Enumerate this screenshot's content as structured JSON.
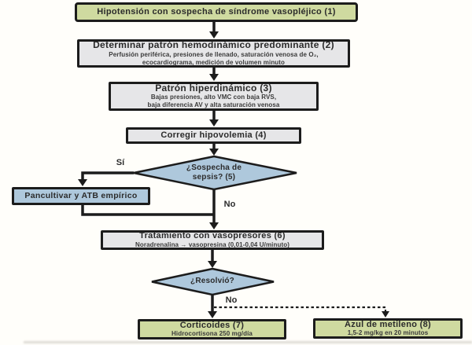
{
  "colors": {
    "node_green": "#cfdaa0",
    "node_gray": "#e6e6e8",
    "node_blue": "#aec8dc",
    "border": "#1c1c1c",
    "arrow": "#1c1c1c",
    "background": "#fffefa"
  },
  "nodes": {
    "hipotension": {
      "label": "Hipotensión con sospecha de síndrome vasopléjico (1)"
    },
    "determinar": {
      "label": "Determinar patrón hemodinámico predominante (2)",
      "sub1": "Perfusión periférica, presiones de llenado, saturación venosa de O₂,",
      "sub2": "ecocardiograma, medición de volumen minuto"
    },
    "patron": {
      "label": "Patrón hiperdinámico (3)",
      "sub1": "Bajas presiones, alto VMC con baja RVS,",
      "sub2": "baja diferencia AV y alta saturación venosa"
    },
    "corregir": {
      "label": "Corregir hipovolemia (4)"
    },
    "sospecha_sepsis": {
      "line1": "¿Sospecha de",
      "line2": "sepsis? (5)"
    },
    "pancultivar": {
      "label": "Pancultivar y ATB empírico"
    },
    "vasopresores": {
      "label": "Tratamiento con vasopresores (6)",
      "sub": "Noradrenalina → vasopresina (0,01-0,04 U/minuto)"
    },
    "resolvio": {
      "label": "¿Resolvió?"
    },
    "corticoides": {
      "label": "Corticoides (7)",
      "sub": "Hidrocortisona 250 mg/día"
    },
    "azul_metileno": {
      "label": "Azul de metileno (8)",
      "sub": "1,5-2 mg/kg en 20 minutos"
    }
  },
  "edge_labels": {
    "si": "Sí",
    "no_sepsis": "No",
    "no_resolvio": "No"
  }
}
